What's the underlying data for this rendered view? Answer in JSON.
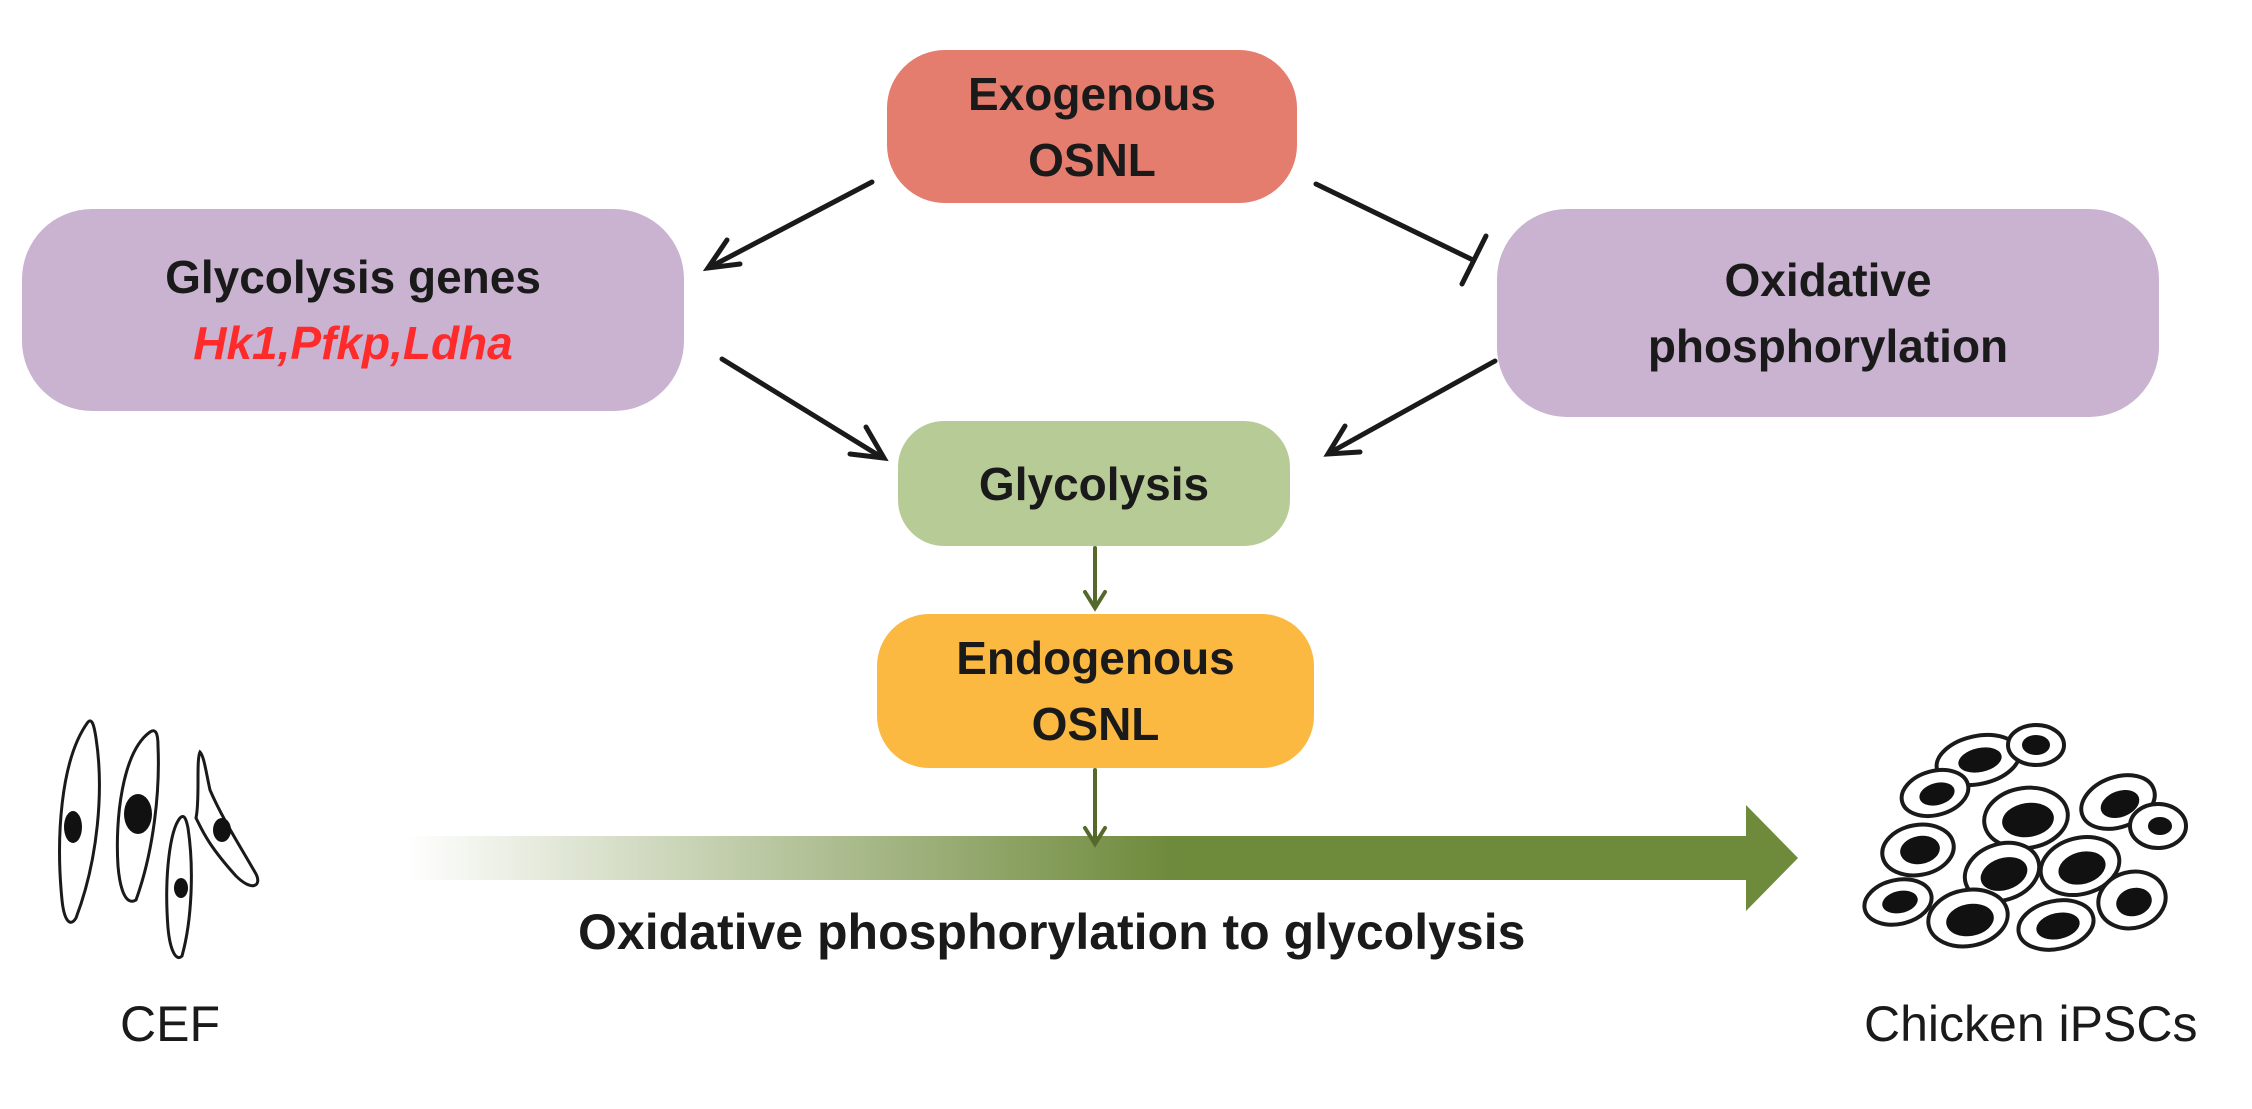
{
  "colors": {
    "exogenous": "#e57d6e",
    "regulators": "#c9b3d0",
    "glycolysis": "#b7cb96",
    "endogenous": "#fcb942",
    "gene_text": "#ff2a2a",
    "arrow_dark": "#1a1a1a",
    "arrow_green": "#55692b",
    "shift_arrow": "#6e8a3b"
  },
  "nodes": {
    "exogenous": {
      "line1": "Exogenous",
      "line2": "OSNL"
    },
    "glycolysis_genes": {
      "line1": "Glycolysis genes",
      "genes": "Hk1,Pfkp,Ldha"
    },
    "oxphos": {
      "line1": "Oxidative",
      "line2": "phosphorylation"
    },
    "glycolysis": {
      "label": "Glycolysis"
    },
    "endogenous": {
      "line1": "Endogenous",
      "line2": "OSNL"
    }
  },
  "edges": [
    {
      "from": "exogenous",
      "to": "glycolysis_genes",
      "type": "activates"
    },
    {
      "from": "exogenous",
      "to": "oxphos",
      "type": "inhibits"
    },
    {
      "from": "glycolysis_genes",
      "to": "glycolysis",
      "type": "activates"
    },
    {
      "from": "oxphos",
      "to": "glycolysis",
      "type": "activates"
    },
    {
      "from": "glycolysis",
      "to": "endogenous",
      "type": "activates"
    },
    {
      "from": "endogenous",
      "to": "transition",
      "type": "activates"
    }
  ],
  "transition": {
    "label": "Oxidative phosphorylation to glycolysis"
  },
  "cells": {
    "start_label": "CEF",
    "end_label": "Chicken iPSCs"
  }
}
